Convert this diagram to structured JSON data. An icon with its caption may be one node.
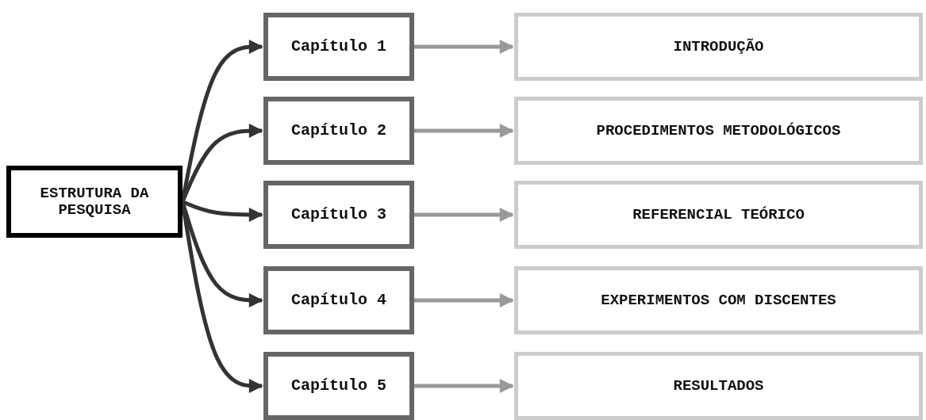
{
  "diagram": {
    "nodes": [
      {
        "text": [
          "ESTRUTURA DA PESQUISA"
        ]
      },
      {
        "text": [
          "Capítulo 1"
        ]
      },
      {
        "text": [
          "Capítulo 2"
        ]
      },
      {
        "text": [
          "Capítulo 3"
        ]
      },
      {
        "text": [
          "Capítulo 4"
        ]
      },
      {
        "text": [
          "Capítulo 5"
        ]
      },
      {
        "text": [
          "INTRODUÇÃO"
        ]
      },
      {
        "text": [
          "PROCEDIMENTOS METODOLÓGICOS"
        ]
      },
      {
        "text": [
          "REFERENCIAL TEÓRICO"
        ]
      },
      {
        "text": [
          "EXPERIMENTOS COM DISCENTES"
        ]
      },
      {
        "text": [
          "RESULTADOS"
        ]
      }
    ],
    "edges": [
      {
        "from": 0,
        "to": 1,
        "arrow": "to",
        "color": "#333333"
      },
      {
        "from": 0,
        "to": 2,
        "arrow": "to",
        "color": "#333333"
      },
      {
        "from": 0,
        "to": 3,
        "arrow": "to",
        "color": "#333333"
      },
      {
        "from": 0,
        "to": 4,
        "arrow": "to",
        "color": "#333333"
      },
      {
        "from": 0,
        "to": 5,
        "arrow": "to",
        "color": "#333333"
      },
      {
        "from": 1,
        "to": 6,
        "arrow": "to",
        "color": "#999999"
      },
      {
        "from": 2,
        "to": 7,
        "arrow": "to",
        "color": "#999999"
      },
      {
        "from": 3,
        "to": 8,
        "arrow": "to",
        "color": "#999999"
      },
      {
        "from": 4,
        "to": 9,
        "arrow": "to",
        "color": "#999999"
      },
      {
        "from": 5,
        "to": 10,
        "arrow": "to",
        "color": "#999999"
      }
    ]
  }
}
